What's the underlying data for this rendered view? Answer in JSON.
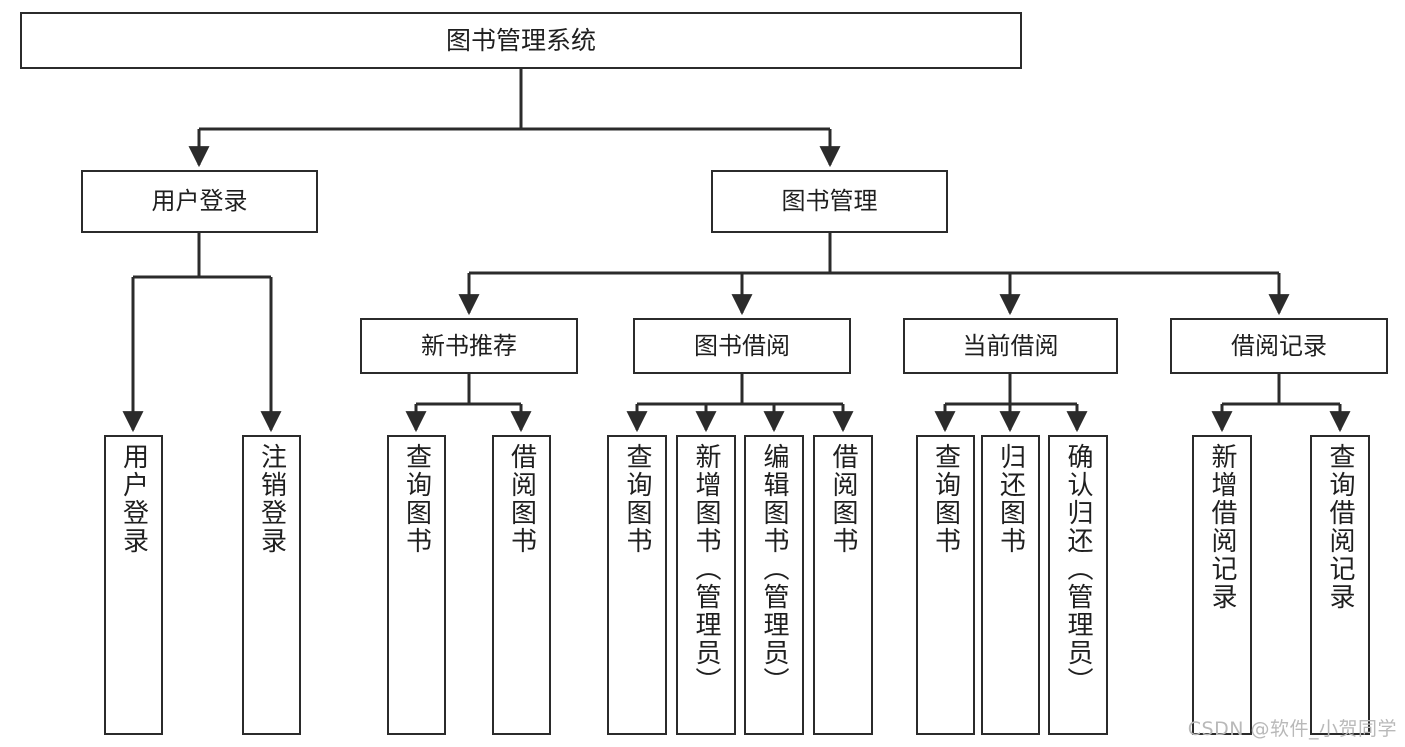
{
  "diagram": {
    "title": "图书管理系统",
    "watermark": "CSDN @软件_小贺同学",
    "colors": {
      "background": "#ffffff",
      "node_border": "#2b2b2b",
      "node_fill": "#ffffff",
      "edge": "#2b2b2b",
      "text": "#1f1f1f",
      "watermark": "#b9b9b9"
    },
    "root": {
      "label": "图书管理系统"
    },
    "level2": [
      {
        "id": "user-login",
        "label": "用户登录"
      },
      {
        "id": "book-management",
        "label": "图书管理"
      }
    ],
    "level3": [
      {
        "id": "new-book-recommend",
        "label": "新书推荐",
        "parent": "book-management"
      },
      {
        "id": "book-borrow",
        "label": "图书借阅",
        "parent": "book-management"
      },
      {
        "id": "current-borrow",
        "label": "当前借阅",
        "parent": "book-management"
      },
      {
        "id": "borrow-record",
        "label": "借阅记录",
        "parent": "book-management"
      }
    ],
    "leaves": [
      {
        "id": "leaf-user-login",
        "label": "用户登录",
        "parent": "user-login"
      },
      {
        "id": "leaf-logout",
        "label": "注销登录",
        "parent": "user-login"
      },
      {
        "id": "leaf-query-book-1",
        "label": "查询图书",
        "parent": "new-book-recommend"
      },
      {
        "id": "leaf-borrow-book-1",
        "label": "借阅图书",
        "parent": "new-book-recommend"
      },
      {
        "id": "leaf-query-book-2",
        "label": "查询图书",
        "parent": "book-borrow"
      },
      {
        "id": "leaf-add-book",
        "label": "新增图书（管理员）",
        "parent": "book-borrow"
      },
      {
        "id": "leaf-edit-book",
        "label": "编辑图书（管理员）",
        "parent": "book-borrow"
      },
      {
        "id": "leaf-borrow-book-2",
        "label": "借阅图书",
        "parent": "book-borrow"
      },
      {
        "id": "leaf-query-book-3",
        "label": "查询图书",
        "parent": "current-borrow"
      },
      {
        "id": "leaf-return-book",
        "label": "归还图书",
        "parent": "current-borrow"
      },
      {
        "id": "leaf-confirm-return",
        "label": "确认归还（管理员）",
        "parent": "current-borrow"
      },
      {
        "id": "leaf-add-record",
        "label": "新增借阅记录",
        "parent": "borrow-record"
      },
      {
        "id": "leaf-query-record",
        "label": "查询借阅记录",
        "parent": "borrow-record"
      }
    ]
  }
}
